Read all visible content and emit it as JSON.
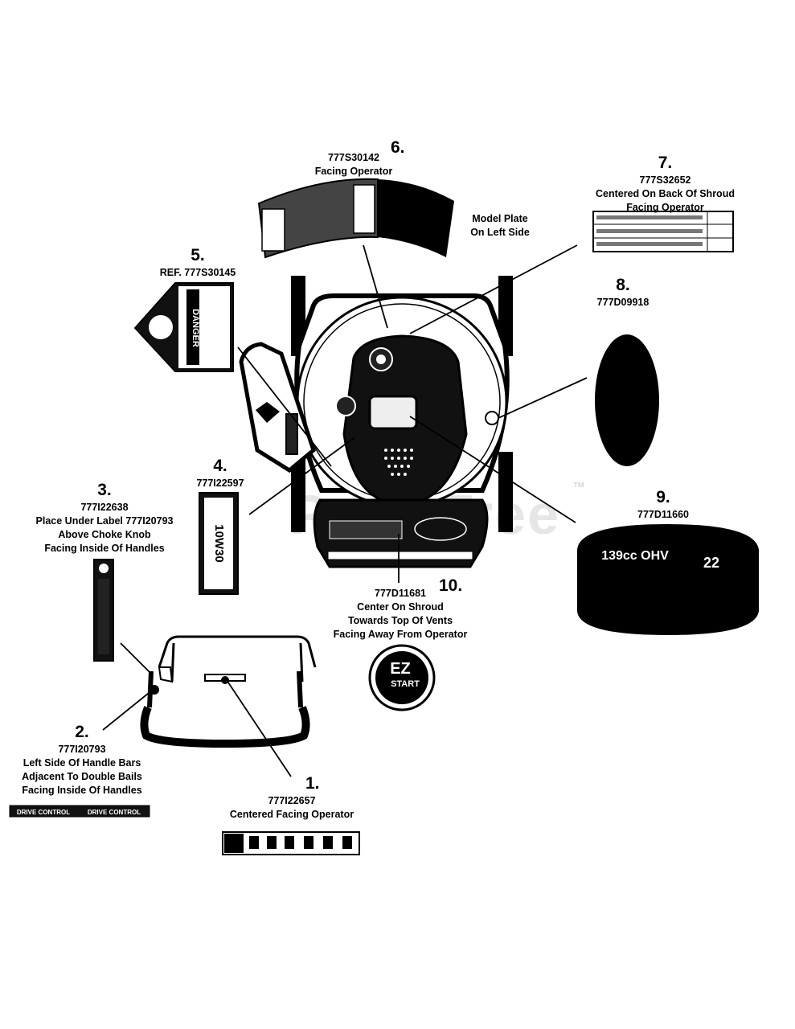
{
  "watermark": "PartsTree",
  "trademark": "™",
  "callouts": [
    {
      "id": "c1",
      "number": "1.",
      "part": "777I22657",
      "lines": [
        "Centered Facing Operator"
      ]
    },
    {
      "id": "c2",
      "number": "2.",
      "part": "777I20793",
      "lines": [
        "Left Side Of Handle Bars",
        "Adjacent To Double Bails",
        "Facing Inside Of Handles"
      ]
    },
    {
      "id": "c3",
      "number": "3.",
      "part": "777I22638",
      "lines": [
        "Place Under Label 777I20793",
        "Above Choke Knob",
        "Facing Inside Of Handles"
      ]
    },
    {
      "id": "c4",
      "number": "4.",
      "part": "777I22597",
      "lines": []
    },
    {
      "id": "c5",
      "number": "5.",
      "part": "REF. 777S30145",
      "lines": []
    },
    {
      "id": "c6",
      "number": "6.",
      "part": "777S30142",
      "lines": [
        "Facing Operator"
      ]
    },
    {
      "id": "c7",
      "number": "7.",
      "part": "777S32652",
      "lines": [
        "Centered On Back Of Shroud",
        "Facing Operator"
      ]
    },
    {
      "id": "c8",
      "number": "8.",
      "part": "777D09918",
      "lines": []
    },
    {
      "id": "c9",
      "number": "9.",
      "part": "777D11660",
      "lines": []
    },
    {
      "id": "c10",
      "number": "10.",
      "part": "777D11681",
      "lines": [
        "Center On Shroud",
        "Towards Top Of Vents",
        "Facing Away From Operator"
      ]
    }
  ],
  "model_plate_note": [
    "Model Plate",
    "On Left Side"
  ],
  "decals": {
    "oil_label": "10W30",
    "danger_word": "DANGER",
    "engine_size": "139cc OHV",
    "engine_torque": "22",
    "ez_start_top": "EZ",
    "ez_start_bottom": "START",
    "drive_control": "DRIVE CONTROL"
  }
}
